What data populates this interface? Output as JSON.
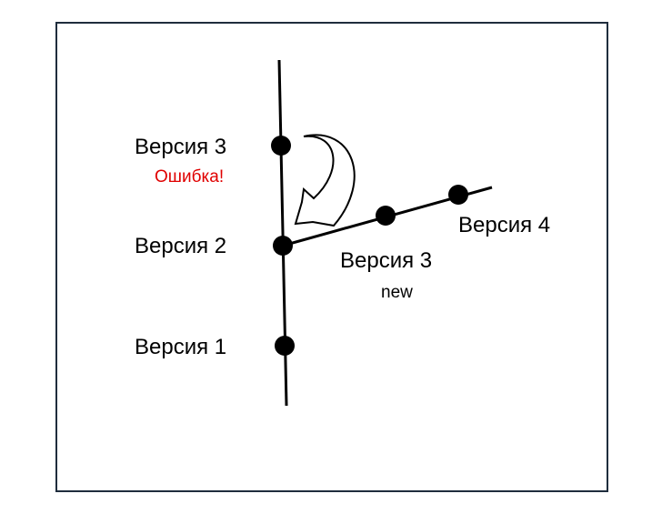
{
  "colors": {
    "frame": "#1f2d3d",
    "line": "#000000",
    "node": "#000000",
    "error": "#e00000"
  },
  "main_branch": {
    "nodes": [
      {
        "label": "Версия 3",
        "note": "Ошибка!"
      },
      {
        "label": "Версия 2"
      },
      {
        "label": "Версия 1"
      }
    ]
  },
  "new_branch": {
    "nodes": [
      {
        "label": "Версия 3",
        "note": "new"
      },
      {
        "label": "Версия 4"
      }
    ]
  },
  "arrow": {
    "icon": "curved-return-arrow-icon"
  }
}
